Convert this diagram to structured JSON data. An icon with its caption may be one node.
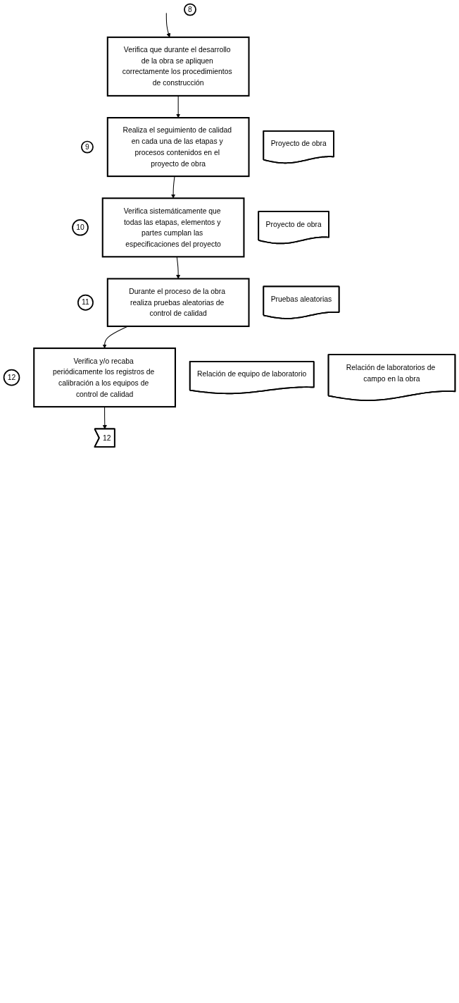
{
  "diagram": {
    "nodes": [
      {
        "text": [
          "8"
        ]
      },
      {
        "text": [
          "Verifica que durante el desarrollo de la obra se apliquen correctamente los procedimientos de construcción"
        ]
      },
      {
        "text": [
          "Proyecto de obra"
        ]
      },
      {
        "text": [
          "9"
        ]
      },
      {
        "text": [
          "Realiza el seguimiento de calidad en cada una de las etapas y procesos contenidos en el proyecto de obra"
        ]
      },
      {
        "text": [
          "Proyecto de obra"
        ]
      },
      {
        "text": [
          "10"
        ]
      },
      {
        "text": [
          "Verifica sistemáticamente que todas las etapas, elementos y partes cumplan las especificaciones del proyecto"
        ]
      },
      {
        "text": [
          "Pruebas aleatorias"
        ]
      },
      {
        "text": [
          "11"
        ]
      },
      {
        "text": [
          "Durante el proceso de la obra realiza pruebas aleatorias de control de calidad"
        ]
      },
      {
        "text": [
          "Relación de equipo de laboratorio"
        ]
      },
      {
        "text": [
          "Relación de laboratorios de campo en la obra"
        ]
      },
      {
        "text": [
          "12"
        ]
      },
      {
        "text": [
          "Verifica y/o recaba periódicamente los registros de calibración a los equipos de control de calidad"
        ]
      },
      {
        "text": [
          "12"
        ]
      }
    ],
    "edges": [
      {
        "from": null,
        "to": 1,
        "arrow": "to"
      },
      {
        "from": 1,
        "to": 4,
        "arrow": "to"
      },
      {
        "from": 4,
        "to": 7,
        "arrow": "to"
      },
      {
        "from": 7,
        "to": 10,
        "arrow": "to"
      },
      {
        "from": 10,
        "to": 14,
        "arrow": "to"
      },
      {
        "from": 14,
        "to": 15,
        "arrow": "to"
      }
    ]
  }
}
